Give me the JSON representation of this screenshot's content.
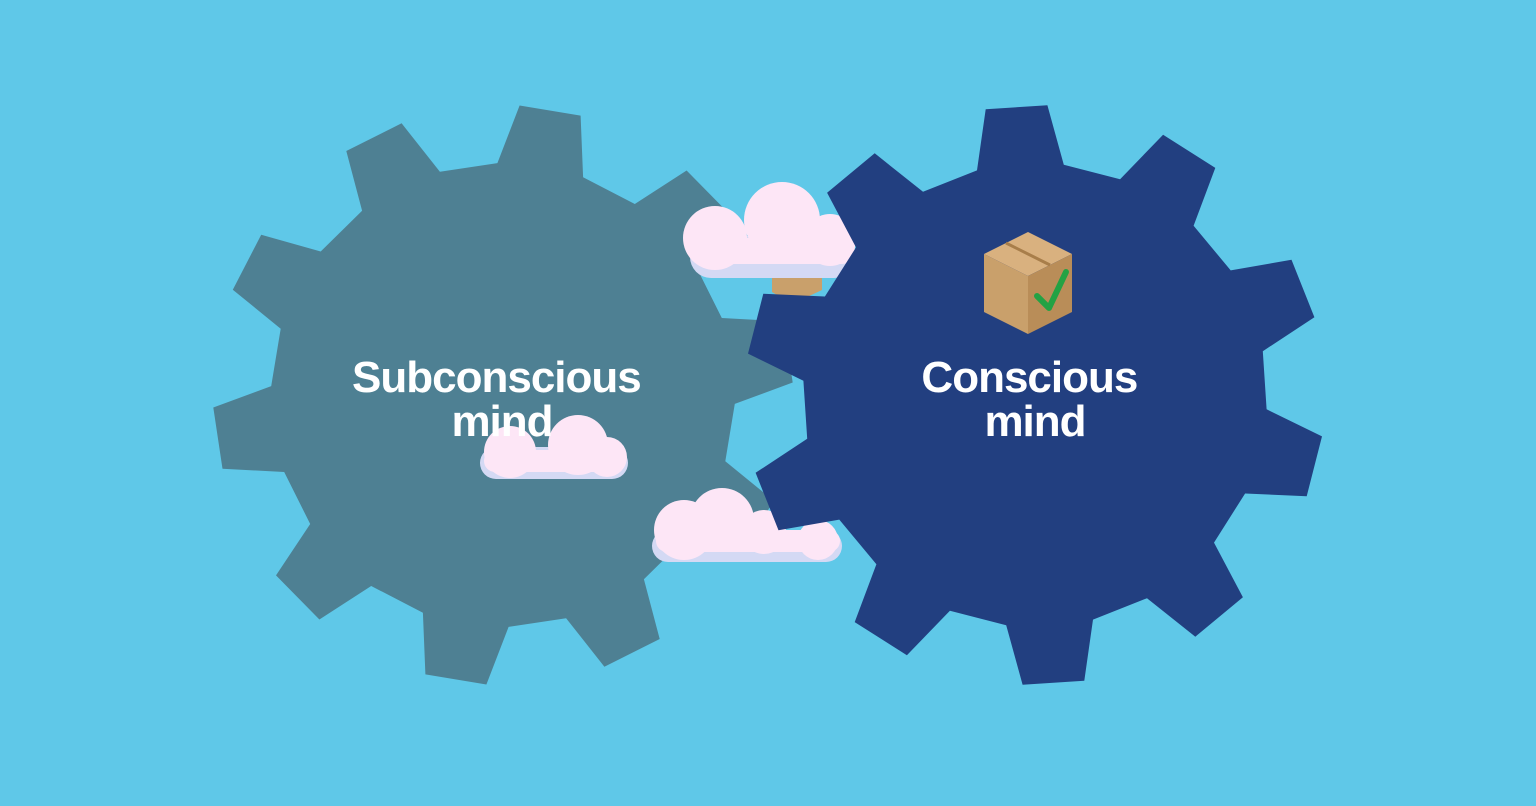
{
  "background_color": "#5fc8e8",
  "gears": {
    "subconscious": {
      "label_line1": "Subconscious",
      "label_line2": "mind",
      "color": "#4e8093"
    },
    "conscious": {
      "label_line1": "Conscious",
      "label_line2": "mind",
      "color": "#223f80"
    }
  },
  "cloud_color": "#fde6f6",
  "cloud_shadow_color": "#d4d9f4",
  "box_color": "#c9a06b",
  "check_color": "#23a244",
  "icons": [
    "cloud-icon",
    "box-icon",
    "checkmark-icon"
  ]
}
